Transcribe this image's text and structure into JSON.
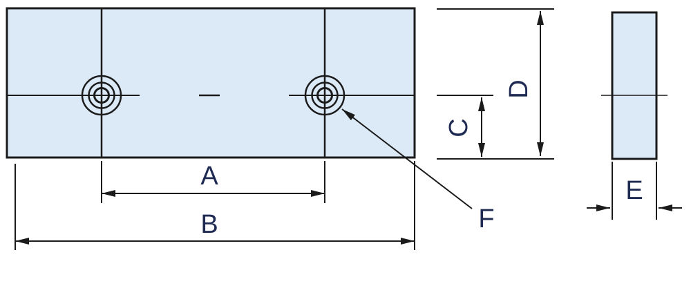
{
  "drawing": {
    "labels": {
      "dim_a": "A",
      "dim_b": "B",
      "dim_c": "C",
      "dim_d": "D",
      "dim_e": "E",
      "callout_f": "F"
    },
    "colors": {
      "part_fill": "#dceaf8",
      "line": "#1b1b1b",
      "label": "#1e2a52",
      "background": "#ffffff"
    }
  }
}
